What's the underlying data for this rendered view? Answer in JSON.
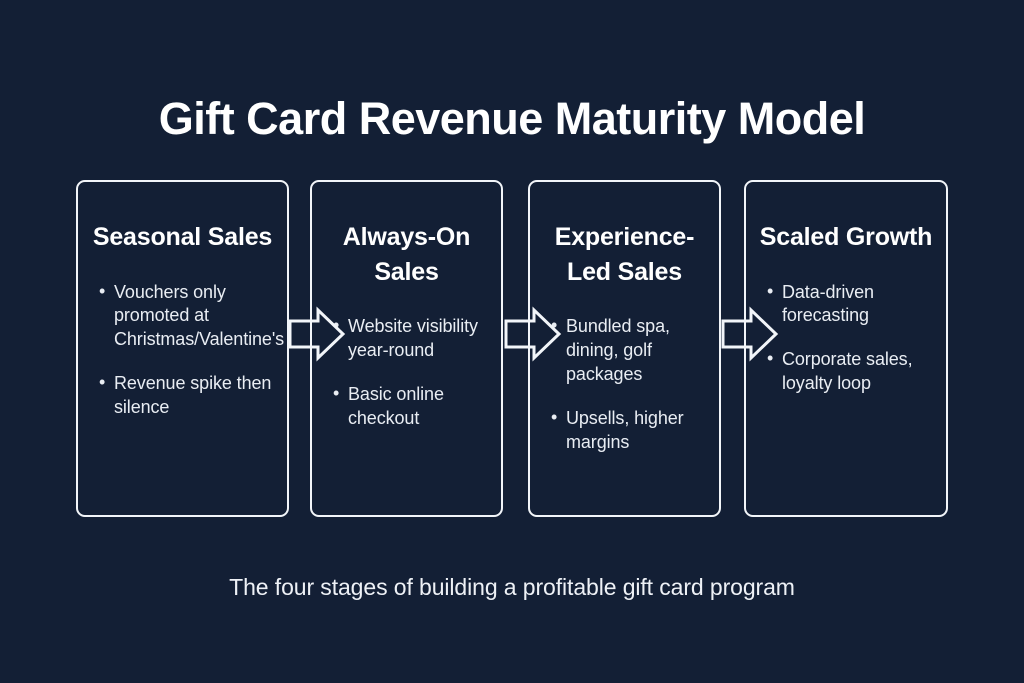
{
  "theme": {
    "background": "#131f35",
    "outline": "#f2f5f9",
    "title_color": "#ffffff",
    "body_color": "#e9edf3"
  },
  "header": {
    "title": "Gift Card Revenue Maturity Model"
  },
  "stages": [
    {
      "title": "Seasonal Sales",
      "bullets": [
        "Vouchers only promoted at Christmas/Valentine's",
        "Revenue spike then silence"
      ]
    },
    {
      "title": "Always-On Sales",
      "bullets": [
        "Website visibility year-round",
        "Basic online checkout"
      ]
    },
    {
      "title": "Experience-Led Sales",
      "bullets": [
        "Bundled spa, dining, golf packages",
        "Upsells, higher margins"
      ]
    },
    {
      "title": "Scaled Growth",
      "bullets": [
        "Data-driven forecasting",
        "Corporate sales, loyalty loop"
      ]
    }
  ],
  "connectors": [
    {
      "icon": "arrow-right-icon"
    },
    {
      "icon": "arrow-right-icon"
    },
    {
      "icon": "arrow-right-icon"
    }
  ],
  "footer": {
    "caption": "The four stages of building a profitable gift card program"
  }
}
